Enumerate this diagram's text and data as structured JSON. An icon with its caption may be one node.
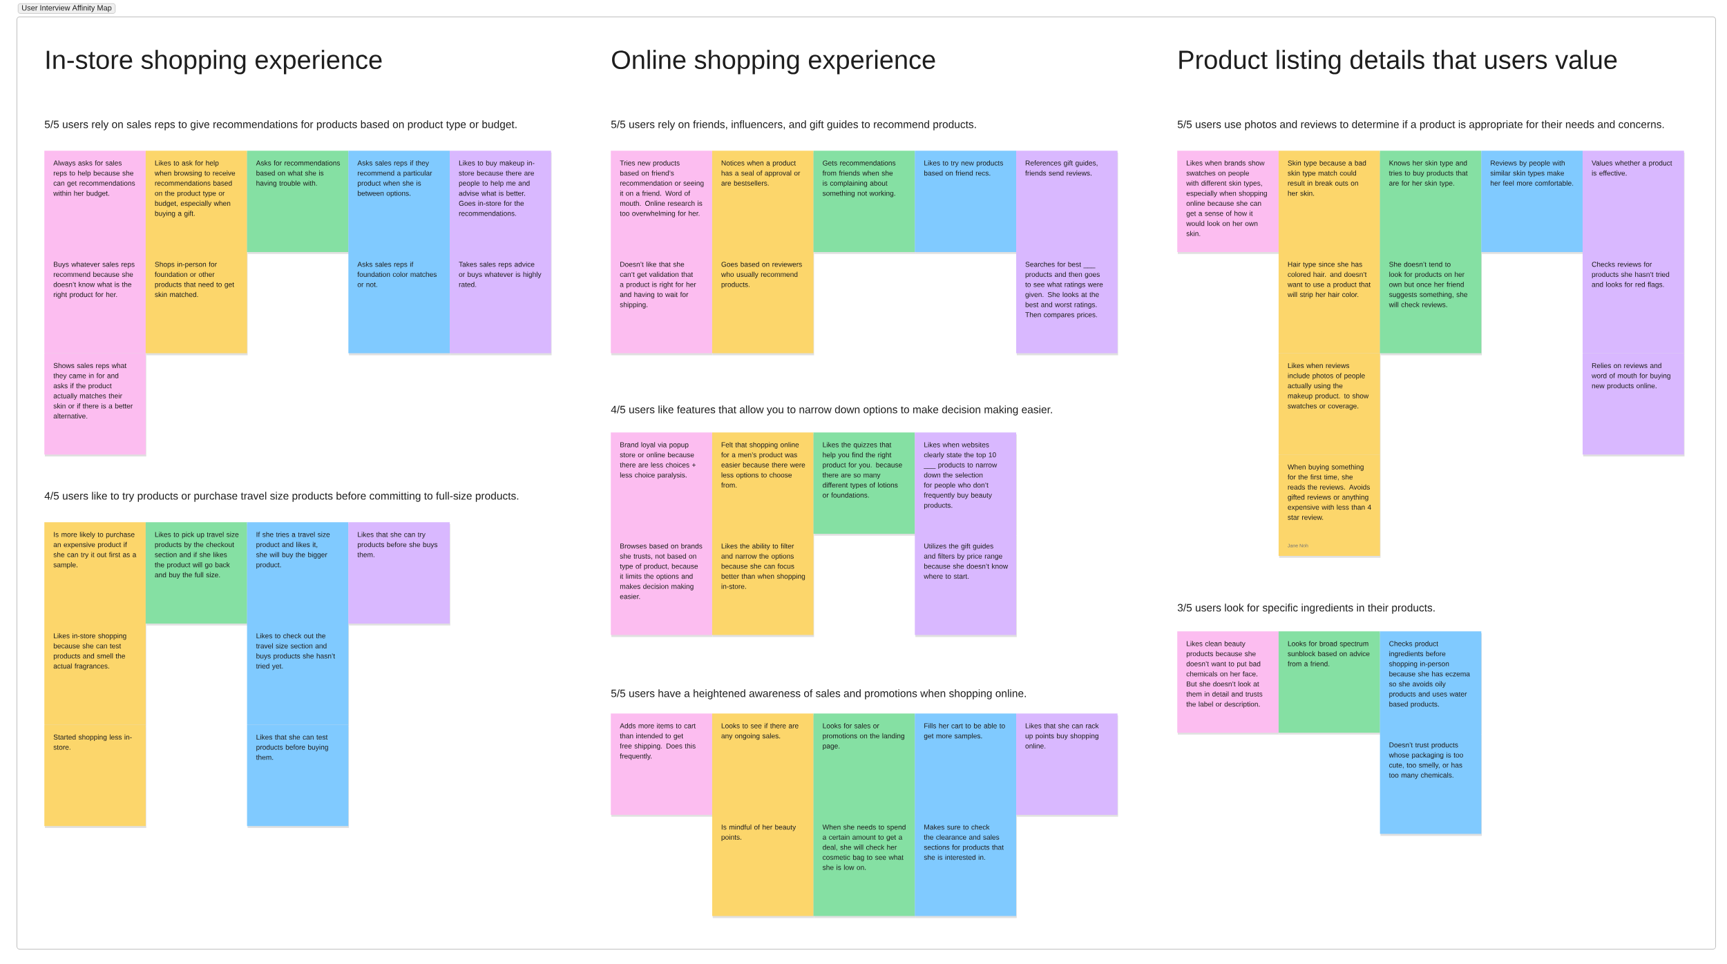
{
  "diagram": {
    "title": "User Interview Affinity Map",
    "nodes": [
      {
        "text": [],
        "shape": "box"
      },
      {
        "text": [
          "Always asks for sales reps to help because she can get recommendations within her budget."
        ],
        "in": 0
      },
      {
        "text": [
          "Likes to ask for help when browsing to receive recommendations based on the product type or budget, especially when buying a gift."
        ],
        "in": 0
      },
      {
        "text": [
          "Asks for recommendations based on what she is having trouble with."
        ],
        "in": 0
      },
      {
        "text": [
          "Asks sales reps if they recommend a particular product when she is between options."
        ],
        "in": 0
      },
      {
        "text": [
          "Likes to buy makeup in-store because there are people to help me and advise what is better. Goes in-store for the recommendations."
        ],
        "in": 0
      },
      {
        "text": [
          "Buys whatever sales reps recommend because she doesn’t know what is the right product for her."
        ],
        "in": 0
      },
      {
        "text": [
          "Shops in-person for foundation or other products that need to get skin matched."
        ],
        "in": 0
      },
      {
        "text": [
          "Asks sales reps if foundation color matches or not."
        ],
        "in": 0
      },
      {
        "text": [
          "Takes sales reps advice or buys whatever is highly rated."
        ],
        "in": 0
      },
      {
        "text": [
          "Shows sales reps what they came in for and asks if the product actually matches their skin or if there is a better alternative."
        ],
        "in": 0
      },
      {
        "text": [
          "Is more likely to purchase an expensive product if she can try it out first as a sample."
        ],
        "in": 0
      },
      {
        "text": [
          "Likes to pick up travel size products by the checkout section and if she likes the product will go back and buy the full size."
        ],
        "in": 0
      },
      {
        "text": [
          "If she tries a travel size product and likes it, she will buy the bigger product."
        ],
        "in": 0
      },
      {
        "text": [
          "Likes that she can try products before she buys them."
        ],
        "in": 0
      },
      {
        "text": [
          "Likes in-store shopping because she can test products and smell the actual fragrances."
        ],
        "in": 0
      },
      {
        "text": [
          "Likes to check out the travel size section and buys products she hasn’t tried yet."
        ],
        "in": 0
      },
      {
        "text": [
          "Started shopping less in-store."
        ],
        "in": 0
      },
      {
        "text": [
          "Likes that she can test products before buying them."
        ],
        "in": 0
      },
      {
        "text": [
          "Tries new products based on friend’s recommendation or seeing it on a friend. Word of mouth. Online research is too overwhelming for her."
        ],
        "in": 0
      },
      {
        "text": [
          "Notices when a product has a seal of approval or are bestsellers."
        ],
        "in": 0
      },
      {
        "text": [
          "Gets recommendations from friends when she is complaining about something not working."
        ],
        "in": 0
      },
      {
        "text": [
          "Likes to try new products based on friend recs."
        ],
        "in": 0
      },
      {
        "text": [
          "References gift guides, friends send reviews."
        ],
        "in": 0
      },
      {
        "text": [
          "Doesn’t like that she can’t get validation that a product is right for her and having to wait for shipping."
        ],
        "in": 0
      },
      {
        "text": [
          "Goes based on reviewers who usually recommend products."
        ],
        "in": 0
      },
      {
        "text": [
          "Searches for best ___ products and then goes to see what ratings were given. She looks at the best and worst ratings. Then compares prices."
        ],
        "in": 0
      },
      {
        "text": [
          "Brand loyal via popup store or online because there are less choices + less choice paralysis."
        ],
        "in": 0
      },
      {
        "text": [
          "Felt that shopping online for a men’s product was easier because there were less options to choose from."
        ],
        "in": 0
      },
      {
        "text": [
          "Likes the quizzes that help you find the right product for you. because there are so many different types of lotions or foundations."
        ],
        "in": 0
      },
      {
        "text": [
          "Likes when websites clearly state the top 10 ___ products to narrow down the selection for people who don’t frequently buy beauty products."
        ],
        "in": 0
      },
      {
        "text": [
          "Browses based on brands she trusts, not based on type of product, because it limits the options and makes decision making easier."
        ],
        "in": 0
      },
      {
        "text": [
          "Likes the ability to filter and narrow the options because she can focus better than when shopping in-store."
        ],
        "in": 0
      },
      {
        "text": [
          "Utilizes the gift guides and filters by price range because she doesn’t know where to start."
        ],
        "in": 0
      },
      {
        "text": [
          "Adds more items to cart than intended to get free shipping. Does this frequently."
        ],
        "in": 0
      },
      {
        "text": [
          "Looks to see if there are any ongoing sales."
        ],
        "in": 0
      },
      {
        "text": [
          "Looks for sales or promotions on the landing page."
        ],
        "in": 0
      },
      {
        "text": [
          "Fills her cart to be able to get more samples."
        ],
        "in": 0
      },
      {
        "text": [
          "Likes that she can rack up points buy shopping online."
        ],
        "in": 0
      },
      {
        "text": [
          "Is mindful of her beauty points."
        ],
        "in": 0
      },
      {
        "text": [
          "When she needs to spend a certain amount to get a deal, she will check her cosmetic bag to see what she is low on."
        ],
        "in": 0
      },
      {
        "text": [
          "Makes sure to check the clearance and sales sections for products that she is interested in."
        ],
        "in": 0
      },
      {
        "text": [
          "Likes when brands show swatches on people with different skin types, especially when shopping online because she can get a sense of how it would look on her own skin."
        ],
        "in": 0
      },
      {
        "text": [
          "Skin type because a bad skin type match could result in break outs on her skin."
        ],
        "in": 0
      },
      {
        "text": [
          "Knows her skin type and tries to buy products that are for her skin type."
        ],
        "in": 0
      },
      {
        "text": [
          "Reviews by people with similar skin types make her feel more comfortable."
        ],
        "in": 0
      },
      {
        "text": [
          "Values whether a product is effective."
        ],
        "in": 0
      },
      {
        "text": [
          "Hair type since she has colored hair. and doesn’t want to use a product that will strip her hair color."
        ],
        "in": 0
      },
      {
        "text": [
          "She doesn’t tend to look for products on her own but once her friend suggests something, she will check reviews."
        ],
        "in": 0
      },
      {
        "text": [
          "Checks reviews for products she hasn’t tried and looks for red flags."
        ],
        "in": 0
      },
      {
        "text": [
          "Likes when reviews include photos of people actually using the makeup product. to show swatches or coverage."
        ],
        "in": 0
      },
      {
        "text": [
          "Relies on reviews and word of mouth for buying new products online."
        ],
        "in": 0
      },
      {
        "text": [
          "When buying something for the first time, she reads the reviews. Avoids gifted reviews or anything expensive with less than 4 star review.",
          "Jane Noh"
        ],
        "in": 0
      },
      {
        "text": [
          "Likes clean beauty products because she doesn’t want to put bad chemicals on her face. But she doesn’t look at them in detail and trusts the label or description."
        ],
        "in": 0
      },
      {
        "text": [
          "Looks for broad spectrum sunblock based on advice from a friend."
        ],
        "in": 0
      },
      {
        "text": [
          "Checks product ingredients before shopping in-person because she has eczema so she avoids oily products and uses water based products."
        ],
        "in": 0
      },
      {
        "text": [
          "Doesn’t trust products whose packaging is too cute, too smelly, or has too many chemicals."
        ],
        "in": 0
      }
    ],
    "labels": [
      "In-store shopping experience",
      "5/5 users rely on sales reps to give recommendations for products based on product type or budget.",
      "4/5 users like to try products or purchase travel size products before committing to full-size products.",
      "Online shopping experience",
      "5/5 users rely on friends, influencers, and gift guides to recommend products.",
      "4/5 users like features that allow you to narrow down options to make decision making easier.",
      "5/5 users have a heightened awareness of sales and promotions when shopping online.",
      "Product listing details that users value",
      "5/5 users use photos and reviews to determine if a product is appropriate for their needs and concerns.",
      "3/5 users look for specific ingredients in their products."
    ]
  }
}
